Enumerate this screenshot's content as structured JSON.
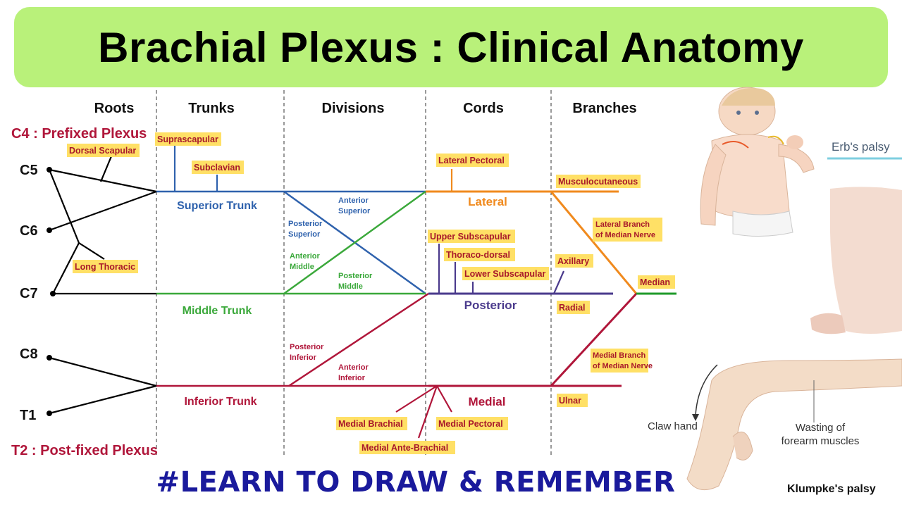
{
  "title": "Brachial Plexus : Clinical Anatomy",
  "footer": "#LEARN TO DRAW & REMEMBER",
  "columns": [
    "Roots",
    "Trunks",
    "Divisions",
    "Cords",
    "Branches"
  ],
  "roots": [
    "C5",
    "C6",
    "C7",
    "C8",
    "T1"
  ],
  "prefixed": "C4 : Prefixed Plexus",
  "postfixed": "T2 : Post-fixed Plexus",
  "trunks": {
    "superior": "Superior Trunk",
    "middle": "Middle Trunk",
    "inferior": "Inferior Trunk"
  },
  "divisions": {
    "ant_sup_1": "Anterior",
    "ant_sup_2": "Superior",
    "post_sup_1": "Posterior",
    "post_sup_2": "Superior",
    "ant_mid_1": "Anterior",
    "ant_mid_2": "Middle",
    "post_mid_1": "Posterior",
    "post_mid_2": "Middle",
    "post_inf_1": "Posterior",
    "post_inf_2": "Inferior",
    "ant_inf_1": "Anterior",
    "ant_inf_2": "Inferior"
  },
  "cords": {
    "lateral": "Lateral",
    "posterior": "Posterior",
    "medial": "Medial"
  },
  "nerves": {
    "dorsal_scapular": "Dorsal Scapular",
    "long_thoracic": "Long Thoracic",
    "suprascapular": "Suprascapular",
    "subclavian": "Subclavian",
    "lateral_pectoral": "Lateral Pectoral",
    "upper_subscapular": "Upper Subscapular",
    "thoraco_dorsal": "Thoraco-dorsal",
    "lower_subscapular": "Lower Subscapular",
    "medial_brachial": "Medial Brachial",
    "medial_pectoral": "Medial Pectoral",
    "medial_antebrachial": "Medial Ante-Brachial",
    "musculocutaneous": "Musculocutaneous",
    "lateral_branch_median_1": "Lateral Branch",
    "lateral_branch_median_2": "of Median Nerve",
    "axillary": "Axillary",
    "radial": "Radial",
    "median": "Median",
    "medial_branch_median_1": "Medial Branch",
    "medial_branch_median_2": "of Median Nerve",
    "ulnar": "Ulnar"
  },
  "clinical": {
    "erbs": "Erb's palsy",
    "klumpke": "Klumpke's palsy",
    "claw": "Claw hand",
    "wasting_1": "Wasting of",
    "wasting_2": "forearm muscles"
  },
  "colors": {
    "banner": "#b9f17a",
    "superior": "#2f62ad",
    "middle": "#3aa83a",
    "inferior": "#b0163a",
    "lateral": "#f08a1e",
    "posterior": "#4a3a8c",
    "tag_bg": "#ffe066",
    "tag_text": "#a8182a",
    "footer": "#1a1a9c"
  }
}
